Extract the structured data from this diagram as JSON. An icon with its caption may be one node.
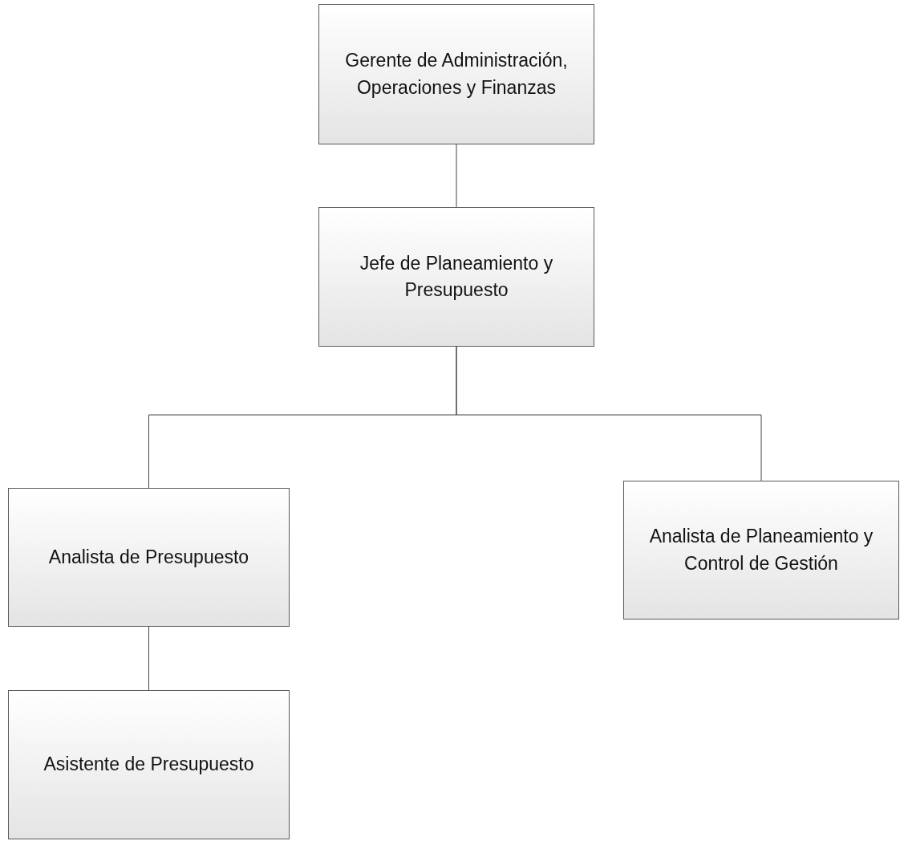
{
  "diagram": {
    "nodes": [
      {
        "text": [
          "Gerente de Administración, Operaciones y Finanzas"
        ]
      },
      {
        "text": [
          "Jefe de Planeamiento y Presupuesto"
        ]
      },
      {
        "text": [
          "Analista de Presupuesto"
        ]
      },
      {
        "text": [
          "Analista de Planeamiento y Control de Gestión"
        ]
      },
      {
        "text": [
          "Asistente de Presupuesto"
        ]
      }
    ],
    "edges": [
      {
        "from": 0,
        "to": 1,
        "arrow": "none"
      },
      {
        "from": 1,
        "to": 2,
        "arrow": "none"
      },
      {
        "from": 1,
        "to": 3,
        "arrow": "none"
      },
      {
        "from": 2,
        "to": 4,
        "arrow": "none"
      }
    ]
  }
}
